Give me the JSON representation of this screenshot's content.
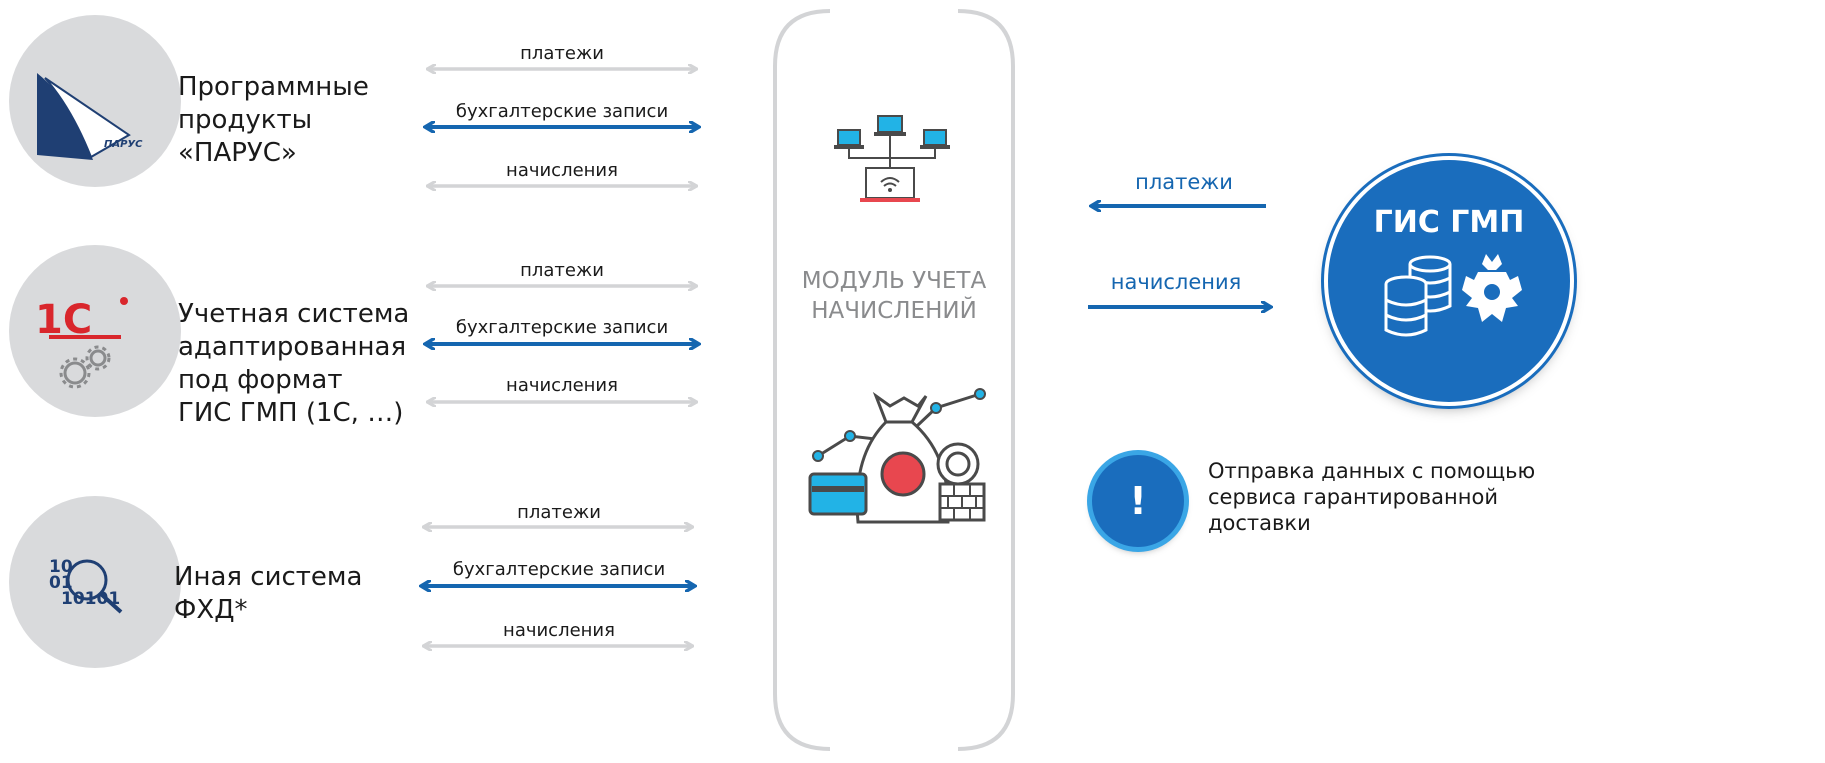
{
  "sources": [
    {
      "label": "Программные\nпродукты\n«ПАРУС»",
      "logo_text": "ПАРУС"
    },
    {
      "label": "Учетная система\nадаптированная\nпод формат\nГИС ГМП (1С, …)",
      "logo_text": "1С"
    },
    {
      "label": "Иная система\nФХД*",
      "logo_text": "10101"
    }
  ],
  "flows": [
    {
      "payments": "платежи",
      "records": "бухгалтерские записи",
      "accruals": "начисления"
    },
    {
      "payments": "платежи",
      "records": "бухгалтерские записи",
      "accruals": "начисления"
    },
    {
      "payments": "платежи",
      "records": "бухгалтерские записи",
      "accruals": "начисления"
    }
  ],
  "module": {
    "title": "МОДУЛЬ УЧЕТА\nНАЧИСЛЕНИЙ"
  },
  "gis": {
    "title": "ГИС ГМП",
    "in_label": "платежи",
    "out_label": "начисления"
  },
  "note": {
    "badge": "!",
    "text": "Отправка данных с помощью\nсервиса гарантированной\nдоставки"
  },
  "colors": {
    "blue": "#1566b0",
    "gray_arrow": "#d3d4d6",
    "circle_gray": "#d9dadc",
    "module_title": "#8a8b8d"
  }
}
